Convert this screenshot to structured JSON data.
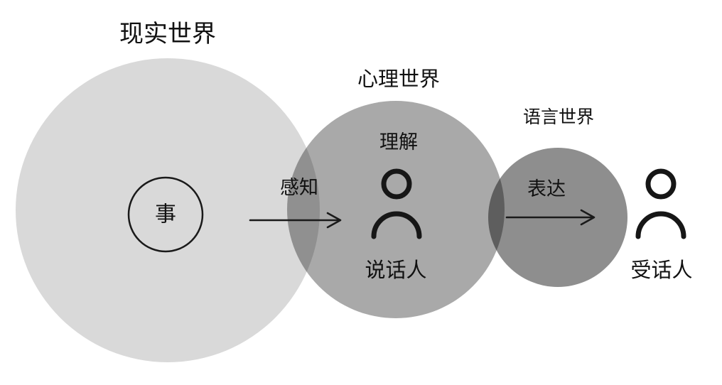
{
  "page": {
    "background": "#ffffff"
  },
  "diagram": {
    "worlds": {
      "real": {
        "label": "现实世界",
        "fill": "#d9d9d9"
      },
      "mental": {
        "label": "心理世界",
        "fill": "#a9a9a9"
      },
      "language": {
        "label": "语言世界",
        "fill": "#8e8e8e"
      }
    },
    "event": {
      "label": "事"
    },
    "arrows": {
      "perception": {
        "label": "感知"
      },
      "expression": {
        "label": "表达"
      }
    },
    "understanding": {
      "label": "理解"
    },
    "speaker": {
      "label": "说话人",
      "icon": "person-icon"
    },
    "listener": {
      "label": "受话人",
      "icon": "person-icon"
    },
    "line_color": "#1a1a1a"
  }
}
